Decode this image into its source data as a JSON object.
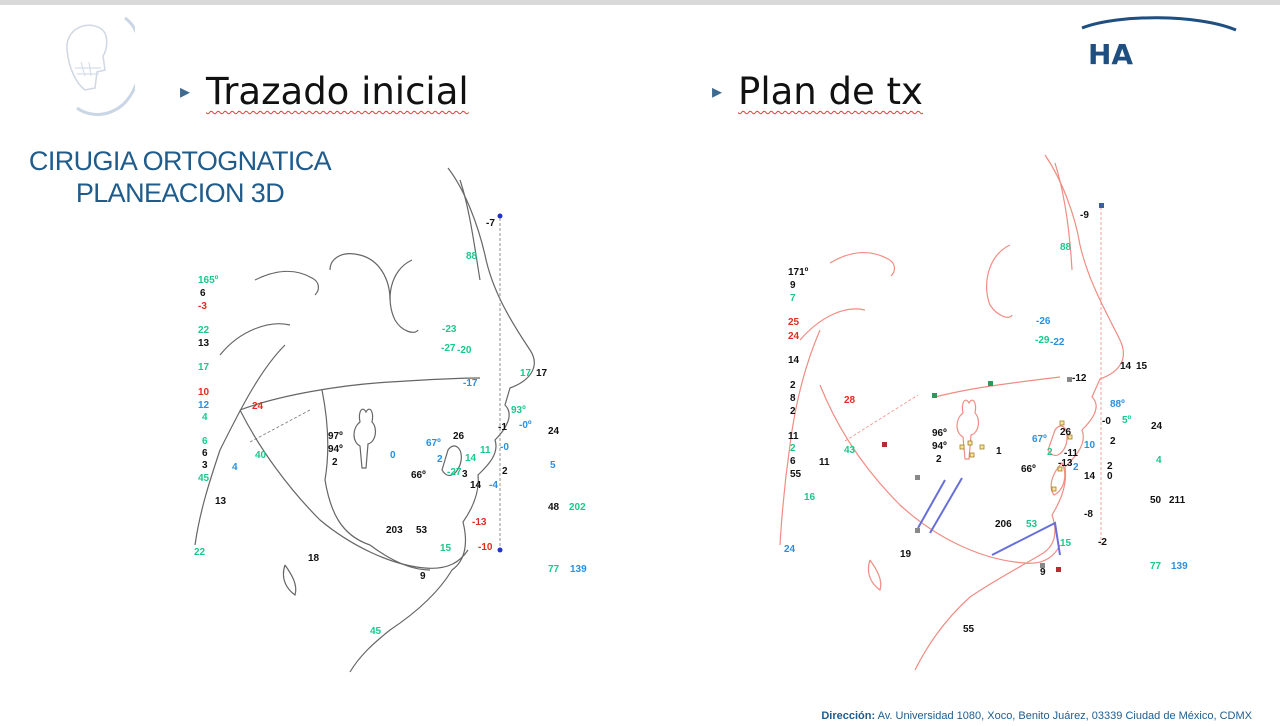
{
  "header": {
    "left_title": "Trazado inicial",
    "right_title": "Plan de tx",
    "bullet_glyph": "▸",
    "subtitle_line1": "CIRUGIA ORTOGNATICA",
    "subtitle_line2": "PLANEACION 3D",
    "brand_mark": "HA"
  },
  "footer": {
    "label": "Dirección:",
    "address": "Av. Universidad 1080, Xoco, Benito Juárez, 03339 Ciudad de México, CDMX"
  },
  "colors": {
    "green": "#19c98b",
    "black": "#111111",
    "red": "#e52b1f",
    "blue": "#2b8fe0",
    "title_blue": "#1f5c8c",
    "tracing_gray": "#666666",
    "tracing_red": "#ef8d83"
  },
  "initial_tracing": {
    "labels": [
      {
        "t": "165º",
        "c": "green"
      },
      {
        "t": "6",
        "c": "black"
      },
      {
        "t": "-3",
        "c": "red"
      },
      {
        "t": "22",
        "c": "green"
      },
      {
        "t": "13",
        "c": "black"
      },
      {
        "t": "17",
        "c": "green"
      },
      {
        "t": "10",
        "c": "red"
      },
      {
        "t": "12",
        "c": "blue"
      },
      {
        "t": "4",
        "c": "green"
      },
      {
        "t": "6",
        "c": "green"
      },
      {
        "t": "6",
        "c": "black"
      },
      {
        "t": "3",
        "c": "black"
      },
      {
        "t": "45",
        "c": "green"
      },
      {
        "t": "13",
        "c": "black"
      },
      {
        "t": "22",
        "c": "green"
      },
      {
        "t": "24",
        "c": "red"
      },
      {
        "t": "40",
        "c": "green"
      },
      {
        "t": "4",
        "c": "blue"
      },
      {
        "t": "-7",
        "c": "black"
      },
      {
        "t": "88",
        "c": "green"
      },
      {
        "t": "-23",
        "c": "green"
      },
      {
        "t": "-27",
        "c": "green"
      },
      {
        "t": "-20",
        "c": "green"
      },
      {
        "t": "-17",
        "c": "blue"
      },
      {
        "t": "17",
        "c": "green"
      },
      {
        "t": "17",
        "c": "black"
      },
      {
        "t": "93º",
        "c": "green"
      },
      {
        "t": "-0º",
        "c": "blue"
      },
      {
        "t": "-1",
        "c": "black"
      },
      {
        "t": "24",
        "c": "black"
      },
      {
        "t": "97º",
        "c": "black"
      },
      {
        "t": "94º",
        "c": "black"
      },
      {
        "t": "2",
        "c": "black"
      },
      {
        "t": "0",
        "c": "blue"
      },
      {
        "t": "67º",
        "c": "blue"
      },
      {
        "t": "26",
        "c": "black"
      },
      {
        "t": "2",
        "c": "blue"
      },
      {
        "t": "11",
        "c": "green"
      },
      {
        "t": "-0",
        "c": "blue"
      },
      {
        "t": "14",
        "c": "green"
      },
      {
        "t": "-27",
        "c": "green"
      },
      {
        "t": "3",
        "c": "black"
      },
      {
        "t": "66º",
        "c": "black"
      },
      {
        "t": "2",
        "c": "black"
      },
      {
        "t": "5",
        "c": "blue"
      },
      {
        "t": "14",
        "c": "black"
      },
      {
        "t": "-4",
        "c": "blue"
      },
      {
        "t": "48",
        "c": "black"
      },
      {
        "t": "202",
        "c": "green"
      },
      {
        "t": "-13",
        "c": "red"
      },
      {
        "t": "203",
        "c": "black"
      },
      {
        "t": "53",
        "c": "black"
      },
      {
        "t": "15",
        "c": "green"
      },
      {
        "t": "-10",
        "c": "red"
      },
      {
        "t": "18",
        "c": "black"
      },
      {
        "t": "9",
        "c": "black"
      },
      {
        "t": "77",
        "c": "green"
      },
      {
        "t": "139",
        "c": "blue"
      },
      {
        "t": "45",
        "c": "green"
      }
    ]
  },
  "treatment_plan": {
    "labels": [
      {
        "t": "171º",
        "c": "black"
      },
      {
        "t": "9",
        "c": "black"
      },
      {
        "t": "7",
        "c": "green"
      },
      {
        "t": "25",
        "c": "red"
      },
      {
        "t": "24",
        "c": "red"
      },
      {
        "t": "14",
        "c": "black"
      },
      {
        "t": "2",
        "c": "black"
      },
      {
        "t": "8",
        "c": "black"
      },
      {
        "t": "2",
        "c": "black"
      },
      {
        "t": "11",
        "c": "black"
      },
      {
        "t": "2",
        "c": "green"
      },
      {
        "t": "6",
        "c": "black"
      },
      {
        "t": "55",
        "c": "black"
      },
      {
        "t": "11",
        "c": "black"
      },
      {
        "t": "16",
        "c": "green"
      },
      {
        "t": "24",
        "c": "blue"
      },
      {
        "t": "28",
        "c": "red"
      },
      {
        "t": "43",
        "c": "green"
      },
      {
        "t": "-9",
        "c": "black"
      },
      {
        "t": "88",
        "c": "green"
      },
      {
        "t": "-26",
        "c": "blue"
      },
      {
        "t": "-29",
        "c": "green"
      },
      {
        "t": "-22",
        "c": "blue"
      },
      {
        "t": "14",
        "c": "black"
      },
      {
        "t": "15",
        "c": "black"
      },
      {
        "t": "-12",
        "c": "black"
      },
      {
        "t": "88º",
        "c": "blue"
      },
      {
        "t": "-0",
        "c": "black"
      },
      {
        "t": "5º",
        "c": "green"
      },
      {
        "t": "24",
        "c": "black"
      },
      {
        "t": "96º",
        "c": "black"
      },
      {
        "t": "94º",
        "c": "black"
      },
      {
        "t": "2",
        "c": "black"
      },
      {
        "t": "1",
        "c": "black"
      },
      {
        "t": "67º",
        "c": "blue"
      },
      {
        "t": "26",
        "c": "black"
      },
      {
        "t": "10",
        "c": "blue"
      },
      {
        "t": "2",
        "c": "black"
      },
      {
        "t": "2",
        "c": "green"
      },
      {
        "t": "-11",
        "c": "black"
      },
      {
        "t": "-13",
        "c": "black"
      },
      {
        "t": "2",
        "c": "blue"
      },
      {
        "t": "66º",
        "c": "black"
      },
      {
        "t": "14",
        "c": "black"
      },
      {
        "t": "2",
        "c": "black"
      },
      {
        "t": "0",
        "c": "black"
      },
      {
        "t": "4",
        "c": "green"
      },
      {
        "t": "50",
        "c": "black"
      },
      {
        "t": "211",
        "c": "black"
      },
      {
        "t": "-8",
        "c": "black"
      },
      {
        "t": "206",
        "c": "black"
      },
      {
        "t": "53",
        "c": "green"
      },
      {
        "t": "15",
        "c": "green"
      },
      {
        "t": "-2",
        "c": "black"
      },
      {
        "t": "19",
        "c": "black"
      },
      {
        "t": "9",
        "c": "black"
      },
      {
        "t": "77",
        "c": "green"
      },
      {
        "t": "139",
        "c": "blue"
      },
      {
        "t": "55",
        "c": "black"
      }
    ]
  }
}
